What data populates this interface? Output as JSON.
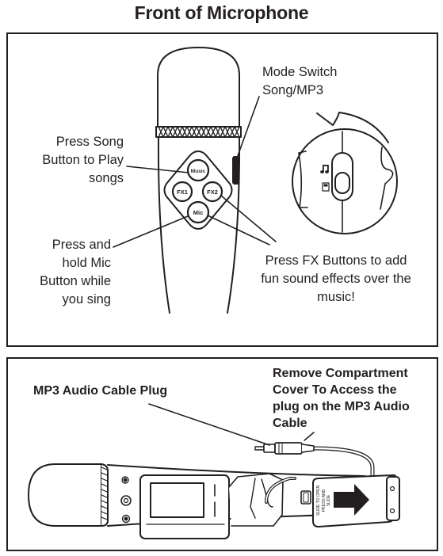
{
  "title": "Front of Microphone",
  "front": {
    "mode_switch": [
      "Mode Switch",
      "Song/MP3"
    ],
    "press_song": [
      "Press Song",
      "Button to Play",
      "songs"
    ],
    "press_mic": [
      "Press and",
      "hold Mic",
      "Button while",
      "you sing"
    ],
    "press_fx": [
      "Press FX Buttons to add",
      "fun sound effects over the",
      "music!"
    ],
    "buttons": {
      "music": "Music",
      "fx1": "FX1",
      "fx2": "FX2",
      "mic": "Mic"
    },
    "icons": {
      "music_note": "music-note-icon",
      "mp3": "mp3-card-icon"
    }
  },
  "back": {
    "cable_plug": "MP3 Audio Cable Plug",
    "remove_cover": [
      "Remove Compartment",
      "Cover To Access  the",
      "plug on  the MP3 Audio",
      "Cable"
    ],
    "cover_text": [
      "SLIDE TO OPEN",
      "PRESS AND",
      "SLIDE"
    ]
  }
}
